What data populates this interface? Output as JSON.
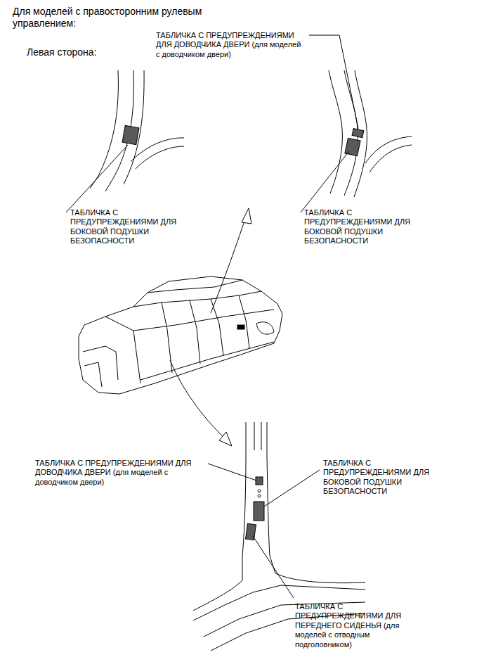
{
  "diagram": {
    "title": "Для моделей с правосторонним рулевым управлением:",
    "labels": [
      "Левая сторона:",
      "ТАБЛИЧКА С ПРЕДУПРЕЖДЕНИЯМИ ДЛЯ ДОВОДЧИКА ДВЕРИ (для моделей с доводчиком двери)",
      "ТАБЛИЧКА С ПРЕДУПРЕЖДЕНИЯМИ ДЛЯ БОКОВОЙ ПОДУШКИ БЕЗОПАСНОСТИ",
      "ТАБЛИЧКА С ПРЕДУПРЕЖДЕНИЯМИ ДЛЯ БОКОВОЙ ПОДУШКИ БЕЗОПАСНОСТИ",
      "ТАБЛИЧКА С ПРЕДУПРЕЖДЕНИЯМИ ДЛЯ ДОВОДЧИКА ДВЕРИ (для моделей с доводчиком двери)",
      "ТАБЛИЧКА С ПРЕДУПРЕЖДЕНИЯМИ ДЛЯ БОКОВОЙ ПОДУШКИ БЕЗОПАСНОСТИ",
      "ТАБЛИЧКА С ПРЕДУПРЕЖДЕНИЯМИ ДЛЯ ПЕРЕДНЕГО СИДЕНЬЯ (для моделей с отводным подголовником)"
    ]
  }
}
